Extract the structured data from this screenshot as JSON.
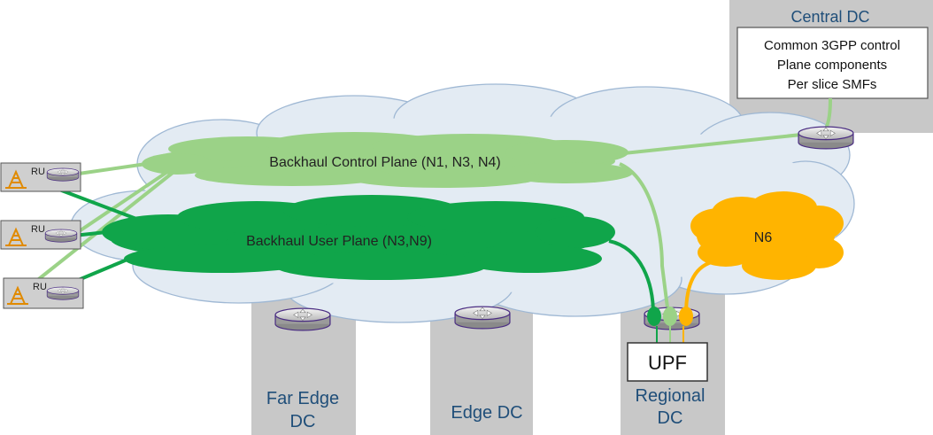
{
  "central_dc": {
    "title": "Central DC",
    "box_lines": [
      "Common 3GPP control",
      "Plane components",
      "Per slice SMFs"
    ]
  },
  "control_plane": {
    "label": "Backhaul Control Plane (N1, N3, N4)"
  },
  "user_plane": {
    "label": "Backhaul User Plane (N3,N9)"
  },
  "n6": {
    "label": "N6"
  },
  "upf": {
    "label": "UPF"
  },
  "ru_sites": [
    {
      "label": "RU"
    },
    {
      "label": "RU"
    },
    {
      "label": "RU"
    }
  ],
  "data_centers": {
    "far_edge": {
      "lines": [
        "Far Edge",
        "DC"
      ]
    },
    "edge": {
      "lines": [
        "Edge DC"
      ]
    },
    "regional": {
      "lines": [
        "Regional",
        "DC"
      ]
    }
  },
  "colors": {
    "dc_gray": "#c8c8c8",
    "cloud_light": "#e3ebf3",
    "cloud_stroke": "#9fb8d4",
    "control_green": "#9bd287",
    "user_green": "#10a54a",
    "n6_orange": "#ffb400",
    "title_blue": "#1f4e79",
    "router_purple": "#4b2e83"
  },
  "icons": {
    "router": "router-icon",
    "antenna": "radio-antenna-icon"
  }
}
